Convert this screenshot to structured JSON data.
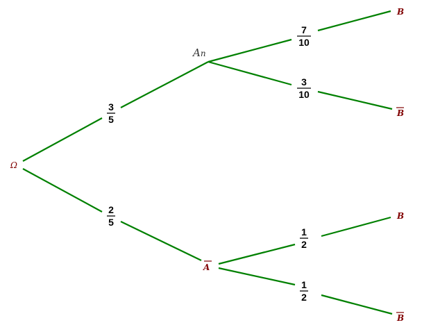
{
  "nodes": {
    "root": "Ω",
    "a": "A",
    "a_sub": "n",
    "a_bar": "A",
    "b1": "B",
    "b1_bar": "B",
    "b2": "B",
    "b2_bar": "B"
  },
  "edges": {
    "root_a": {
      "num": "3",
      "den": "5"
    },
    "root_abar": {
      "num": "2",
      "den": "5"
    },
    "a_b": {
      "num": "7",
      "den": "10"
    },
    "a_bbar": {
      "num": "3",
      "den": "10"
    },
    "abar_b": {
      "num": "1",
      "den": "2"
    },
    "abar_bbar": {
      "num": "1",
      "den": "2"
    }
  },
  "colors": {
    "edge": "#008000",
    "node": "#800000"
  }
}
